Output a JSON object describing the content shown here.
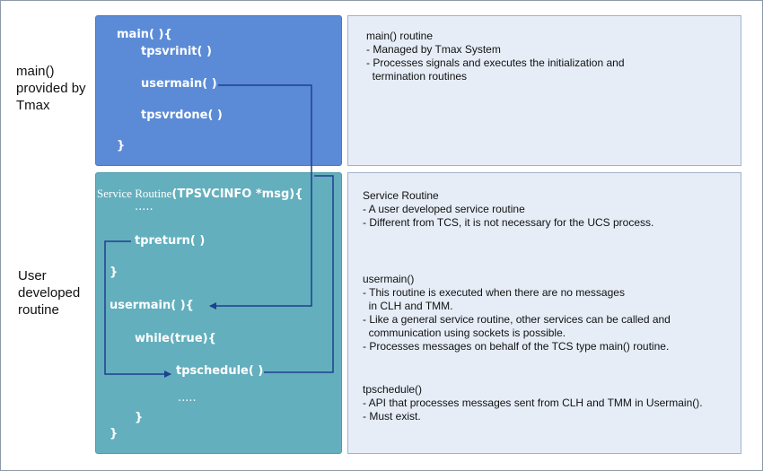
{
  "left_labels": {
    "top": [
      "main()",
      "provided by",
      "Tmax"
    ],
    "bottom": [
      "User",
      "developed",
      "routine"
    ]
  },
  "code_top": {
    "main_open": "main( ){",
    "tpsvrinit": "tpsvrinit( )",
    "usermain": "usermain( )",
    "tpsvrdone": "tpsvrdone( )",
    "close": "}"
  },
  "code_bottom": {
    "service_prefix": "Service Routine",
    "service_sig": "(TPSVCINFO *msg){",
    "dots1": ".....",
    "tpreturn": "tpreturn( )",
    "close1": "}",
    "usermain": "usermain( ){",
    "while": "while(true){",
    "tpschedule": "tpschedule( )",
    "dots2": ".....",
    "close2": "}",
    "close3": "}"
  },
  "notes": {
    "main": {
      "title": "main() routine",
      "lines": [
        "- Managed by Tmax System",
        "- Processes signals and executes the initialization and",
        "  termination routines"
      ]
    },
    "service": {
      "title": "Service Routine",
      "lines": [
        "- A user developed service routine",
        "- Different from TCS, it is not necessary for the UCS process."
      ]
    },
    "usermain": {
      "title": "usermain()",
      "lines": [
        "- This routine is executed when there are no messages",
        "  in CLH and TMM.",
        "- Like a general service routine, other services can be called and",
        "  communication using sockets is possible.",
        "- Processes messages on behalf of the TCS type main() routine."
      ]
    },
    "tpschedule": {
      "title": "tpschedule()",
      "lines": [
        "- API that processes messages sent from CLH and TMM in Usermain().",
        "- Must exist."
      ]
    }
  },
  "colors": {
    "blue_panel": "#5b8bd6",
    "teal_panel": "#63afbd",
    "note_bg": "#e6edf7",
    "arrow": "#1f3f8f"
  }
}
